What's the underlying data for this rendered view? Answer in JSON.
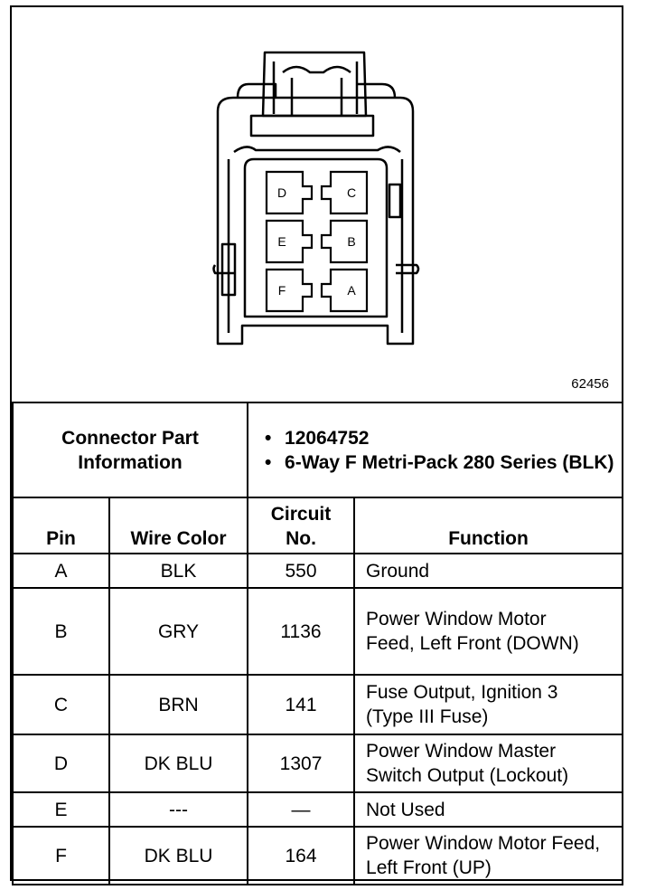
{
  "figure_number": "62456",
  "connector": {
    "pin_labels_left": [
      "D",
      "E",
      "F"
    ],
    "pin_labels_right": [
      "C",
      "B",
      "A"
    ]
  },
  "part_info": {
    "label": "Connector Part Information",
    "bullet": "•",
    "items": [
      "12064752",
      "6-Way F Metri-Pack 280 Series (BLK)"
    ]
  },
  "table": {
    "headers": {
      "pin": "Pin",
      "wire_color": "Wire Color",
      "circuit": "Circuit No.",
      "function": "Function"
    },
    "rows": [
      {
        "pin": "A",
        "wire_color": "BLK",
        "circuit": "550",
        "function": "Ground"
      },
      {
        "pin": "B",
        "wire_color": "GRY",
        "circuit": "1136",
        "function": "Power Window Motor Feed, Left Front (DOWN)"
      },
      {
        "pin": "C",
        "wire_color": "BRN",
        "circuit": "141",
        "function": "Fuse Output, Ignition 3 (Type III Fuse)"
      },
      {
        "pin": "D",
        "wire_color": "DK BLU",
        "circuit": "1307",
        "function": "Power Window Master Switch Output (Lockout)"
      },
      {
        "pin": "E",
        "wire_color": "---",
        "circuit": "—",
        "function": "Not Used"
      },
      {
        "pin": "F",
        "wire_color": "DK BLU",
        "circuit": "164",
        "function": "Power Window Motor Feed, Left Front (UP)"
      }
    ]
  }
}
